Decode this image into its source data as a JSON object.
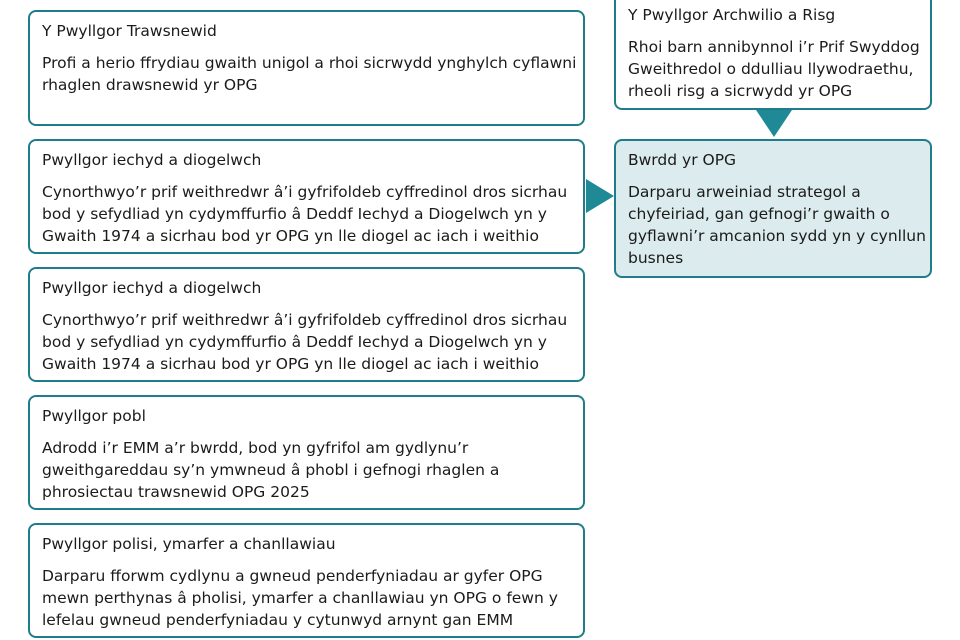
{
  "boxes": {
    "trawsnewid": {
      "title": "Y Pwyllgor Trawsnewid",
      "lines": [
        "Profi a herio ffrydiau gwaith unigol a rhoi sicrwydd ynghylch cyflawni",
        "rhaglen drawsnewid yr OPG"
      ]
    },
    "iechyd_1": {
      "title": "Pwyllgor iechyd a diogelwch",
      "lines": [
        "Cynorthwyo’r prif weithredwr â’i gyfrifoldeb cyffredinol dros sicrhau",
        "bod y sefydliad yn cydymffurfio â Deddf Iechyd a Diogelwch yn y",
        "Gwaith 1974 a sicrhau bod yr OPG yn lle diogel ac iach i weithio"
      ]
    },
    "iechyd_2": {
      "title": "Pwyllgor iechyd a diogelwch",
      "lines": [
        "Cynorthwyo’r prif weithredwr â’i gyfrifoldeb cyffredinol dros sicrhau",
        "bod y sefydliad yn cydymffurfio â Deddf Iechyd a Diogelwch yn y",
        "Gwaith 1974 a sicrhau bod yr OPG yn lle diogel ac iach i weithio"
      ]
    },
    "pobl": {
      "title": "Pwyllgor pobl",
      "lines": [
        "Adrodd i’r EMM a’r bwrdd, bod yn gyfrifol am gydlynu’r",
        "gweithgareddau sy’n ymwneud â phobl i gefnogi rhaglen a",
        "phrosiectau trawsnewid OPG 2025"
      ]
    },
    "polisi": {
      "title": "Pwyllgor polisi, ymarfer a chanllawiau",
      "lines": [
        "Darparu fforwm cydlynu a gwneud penderfyniadau ar gyfer OPG",
        "mewn perthynas â pholisi, ymarfer a chanllawiau yn OPG o fewn y",
        "lefelau gwneud penderfyniadau y cytunwyd arnynt gan EMM"
      ]
    },
    "archwilio": {
      "title": "Y Pwyllgor Archwilio a Risg",
      "lines": [
        "Rhoi barn annibynnol i’r Prif Swyddog",
        "Gweithredol o ddulliau llywodraethu,",
        "rheoli risg a sicrwydd yr OPG"
      ]
    },
    "bwrdd": {
      "title": "Bwrdd yr OPG",
      "lines": [
        "Darparu arweiniad strategol a",
        "chyfeiriad, gan gefnogi’r gwaith o",
        "gyflawni’r amcanion sydd yn y cynllun",
        "busnes"
      ]
    }
  },
  "colors": {
    "border": "#1f7d8b",
    "arrow": "#1f8a96",
    "highlight_fill": "#dcebed"
  }
}
